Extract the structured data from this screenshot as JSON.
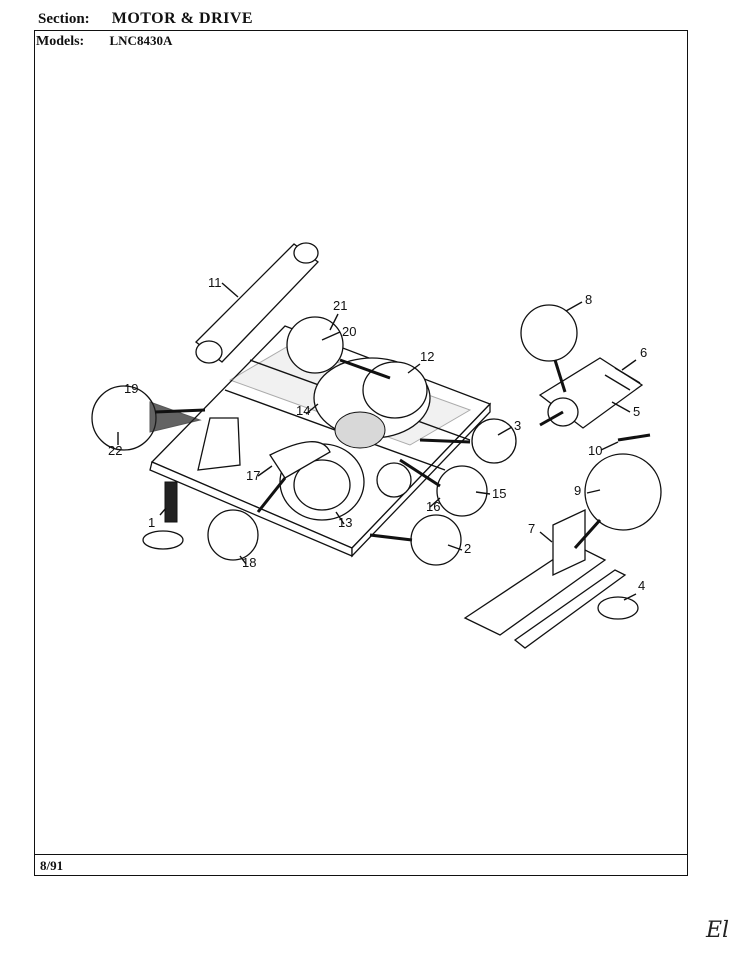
{
  "header": {
    "section_label": "Section:",
    "section_value": "MOTOR & DRIVE",
    "models_label": "Models:",
    "models_value": "LNC8430A"
  },
  "footer": {
    "date": "8/91"
  },
  "page_mark": "El",
  "callouts": [
    "1",
    "2",
    "3",
    "4",
    "5",
    "6",
    "7",
    "8",
    "9",
    "10",
    "11",
    "12",
    "13",
    "14",
    "15",
    "16",
    "17",
    "18",
    "19",
    "20",
    "21",
    "22"
  ]
}
